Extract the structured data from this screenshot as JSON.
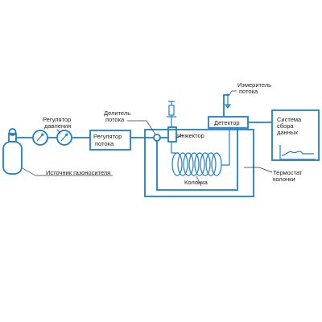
{
  "colors": {
    "line": "#1f7fc6",
    "text": "#1d1d1d",
    "leader": "#333333"
  },
  "labels": {
    "pressure_regulator": [
      "Регулятор",
      "давления"
    ],
    "flow_regulator": [
      "Регулятор",
      "потока"
    ],
    "flow_divider": [
      "Делитель",
      "потока"
    ],
    "flow_meter": [
      "Измеритель",
      "потока"
    ],
    "injector": "Инжектор",
    "detector": "Детектор",
    "data_system": [
      "Система",
      "сбора",
      "данных"
    ],
    "column": "Колонка",
    "thermostat": [
      "Термостат",
      "колонки"
    ],
    "gas_source": "Источник газоносителя"
  }
}
